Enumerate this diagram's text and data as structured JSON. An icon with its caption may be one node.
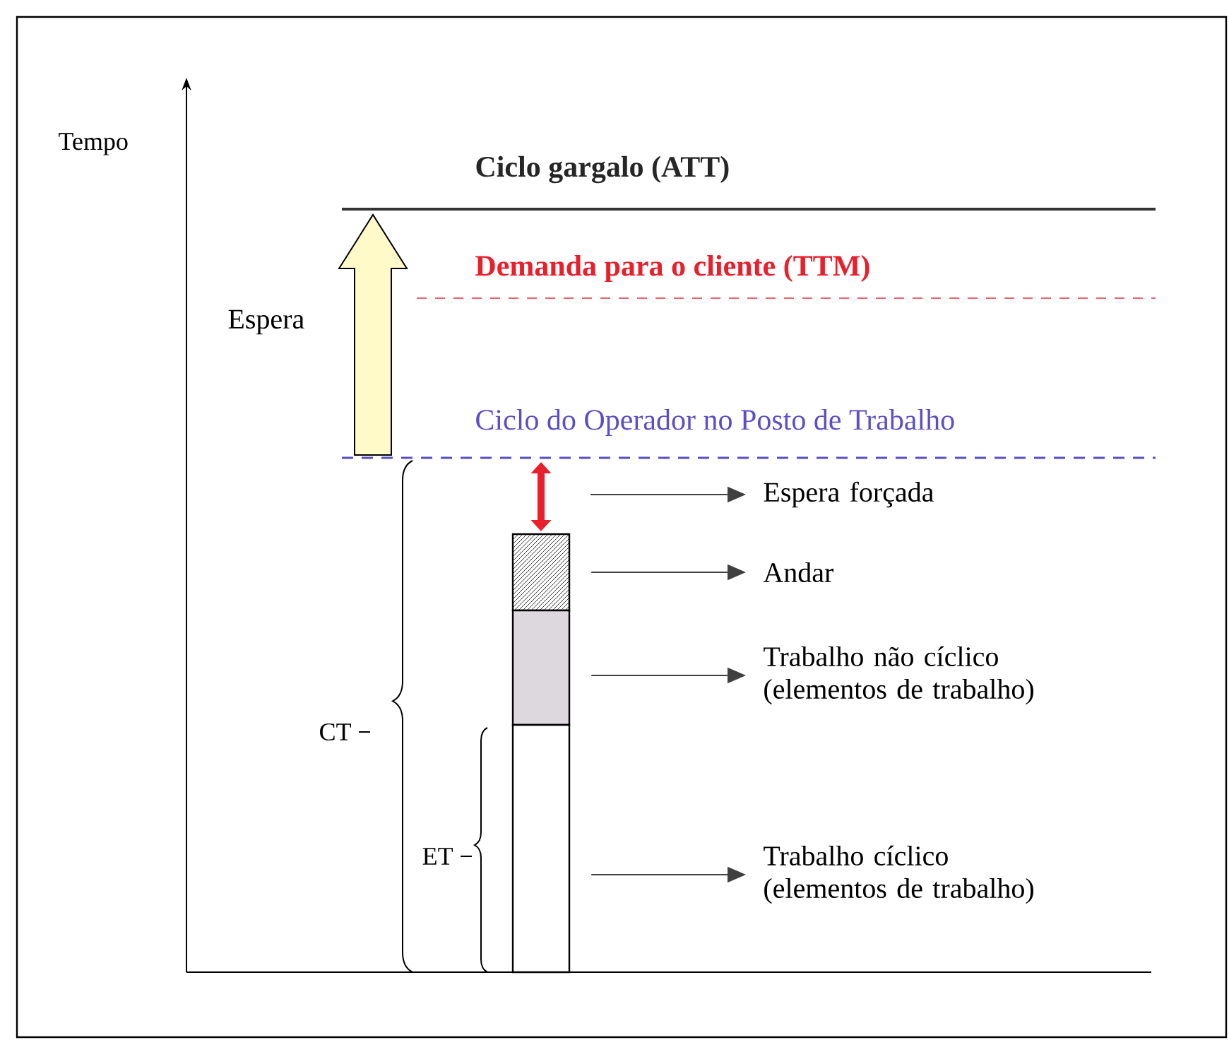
{
  "diagram": {
    "nodes": [
      {
        "text": [
          "Espera forçada"
        ]
      },
      {
        "text": [
          "Andar"
        ]
      },
      {
        "text": [
          "Trabalho não cíclico (elementos de trabalho)"
        ]
      },
      {
        "text": [
          "Trabalho cíclico (elementos de trabalho)"
        ]
      },
      {
        "text": [],
        "shape": "box"
      },
      {
        "text": [],
        "shape": "box"
      },
      {
        "text": [],
        "shape": "box"
      }
    ],
    "edges": [
      {
        "from": null,
        "to": 0,
        "arrow": "to"
      },
      {
        "from": 4,
        "to": 1,
        "arrow": "to"
      },
      {
        "from": 5,
        "to": 2,
        "arrow": "to"
      },
      {
        "from": 6,
        "to": 3,
        "arrow": "to"
      }
    ],
    "labels": [
      "Tempo",
      "Ciclo gargalo (ATT)",
      "Demanda para o cliente (TTM)",
      "Ciclo do Operador no Posto de Trabalho",
      "Espera",
      "CT",
      "ET"
    ]
  }
}
